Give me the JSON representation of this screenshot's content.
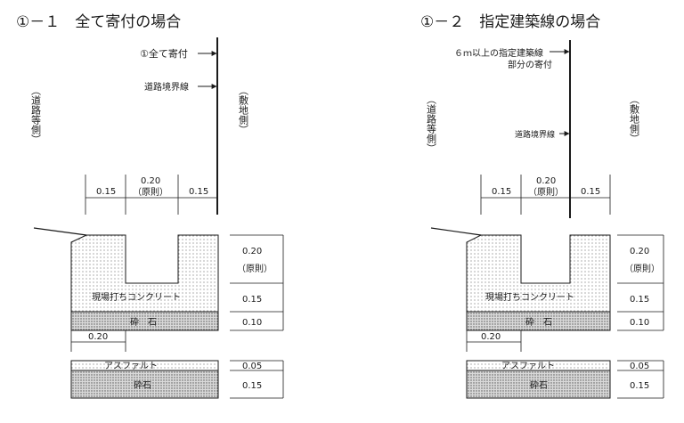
{
  "panels": [
    {
      "title": "①－１　全て寄付の場合",
      "road_side": "（道路等側）",
      "site_side": "（敷地側）",
      "annotations": [
        "①全て寄付",
        "道路境界線"
      ],
      "widths": [
        "0.15",
        "0.20",
        "（原則）",
        "0.15"
      ],
      "depths": [
        "0.20",
        "（原則）",
        "0.15",
        "0.10",
        "0.05",
        "0.15"
      ],
      "labels": {
        "concrete": "現場打ちコンクリート",
        "gravel": "砕　石",
        "base_width": "0.20",
        "asphalt": "アスファルト",
        "gravel2": "砕石"
      }
    },
    {
      "title": "①－２　指定建築線の場合",
      "road_side": "（道路等側）",
      "site_side": "（敷地側）",
      "annotations": [
        "６ｍ以上の指定建築線",
        "部分の寄付",
        "道路境界線"
      ],
      "widths": [
        "0.15",
        "0.20",
        "（原則）",
        "0.15"
      ],
      "depths": [
        "0.20",
        "（原則）",
        "0.15",
        "0.10",
        "0.05",
        "0.15"
      ],
      "labels": {
        "concrete": "現場打ちコンクリート",
        "gravel": "砕　石",
        "base_width": "0.20",
        "asphalt": "アスファルト",
        "gravel2": "砕石"
      }
    }
  ]
}
